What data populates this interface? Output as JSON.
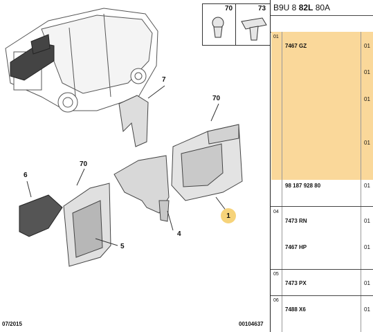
{
  "diagram": {
    "callouts": [
      "7",
      "70",
      "6",
      "70",
      "4",
      "5",
      "1"
    ],
    "inset": {
      "left_number": "70",
      "right_number": "73"
    },
    "footer": {
      "date": "07/2015",
      "ref": "00104637"
    }
  },
  "panel": {
    "header": {
      "prefix": "B9U 8 ",
      "bold": "82L",
      "suffix": " 80A"
    },
    "rows": [
      {
        "index": "01",
        "ref": "7467 GZ",
        "qty": "01"
      },
      {
        "index": "",
        "ref": "",
        "qty": "01"
      },
      {
        "index": "",
        "ref": "",
        "qty": "01"
      },
      {
        "index": "",
        "ref": "",
        "qty": "01"
      },
      {
        "index": "",
        "ref": "98 187 928 80",
        "qty": "01"
      },
      {
        "index": "04",
        "ref": "7473 RN",
        "qty": "01"
      },
      {
        "index": "",
        "ref": "7467 HP",
        "qty": "01"
      },
      {
        "index": "05",
        "ref": "7473 PX",
        "qty": "01"
      },
      {
        "index": "06",
        "ref": "7488 X6",
        "qty": "01"
      }
    ]
  }
}
